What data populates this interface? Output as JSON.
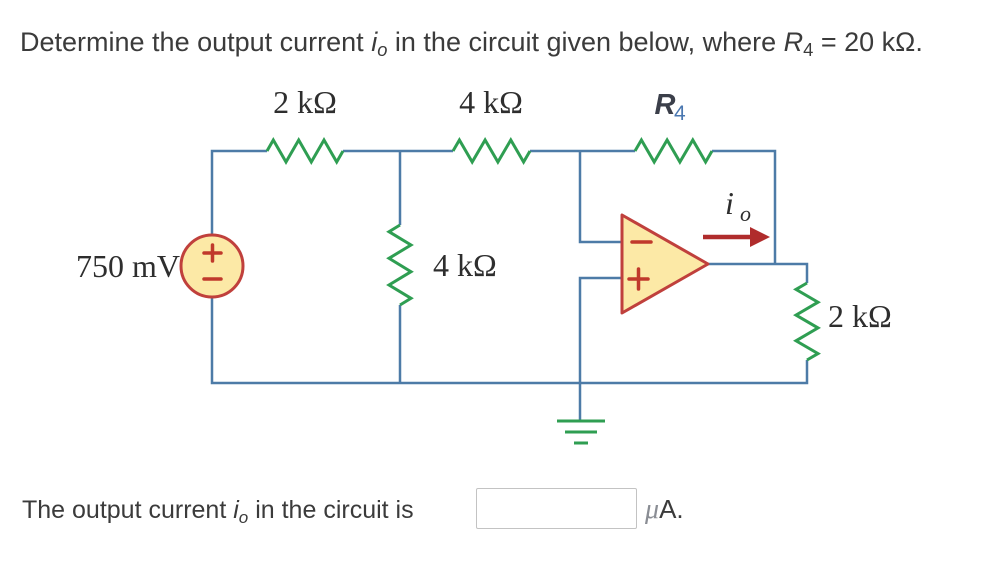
{
  "title": {
    "part1": "Determine the output current ",
    "var_i": "i",
    "sub_i": "o",
    "part2": " in the circuit given below, where ",
    "var_r": "R",
    "sub_r": "4",
    "part3": " = 20 kΩ."
  },
  "circuit": {
    "source_label": "750 mV",
    "r_top_left": "2 kΩ",
    "r_top_mid": "4 kΩ",
    "r4_var": "R",
    "r4_sub": "4",
    "r_shunt": "4 kΩ",
    "r_load": "2 kΩ",
    "current_var": "i",
    "current_sub": "o"
  },
  "answer": {
    "part1": "The output current ",
    "var_i": "i",
    "sub_i": "o",
    "part2": " in the circuit is",
    "input_value": "",
    "unit_mu": "μ",
    "unit_a": "A."
  },
  "colors": {
    "wire": "#4d7ba7",
    "resistor": "#2f9e52",
    "component_fill": "#fce9a6",
    "component_stroke": "#c0403c",
    "sign": "#c0392b",
    "arrow": "#b02c2c",
    "label": "#2e2e2e",
    "r4_var_color": "#3b3f4a",
    "r4_sub_color": "#4a77b0"
  }
}
